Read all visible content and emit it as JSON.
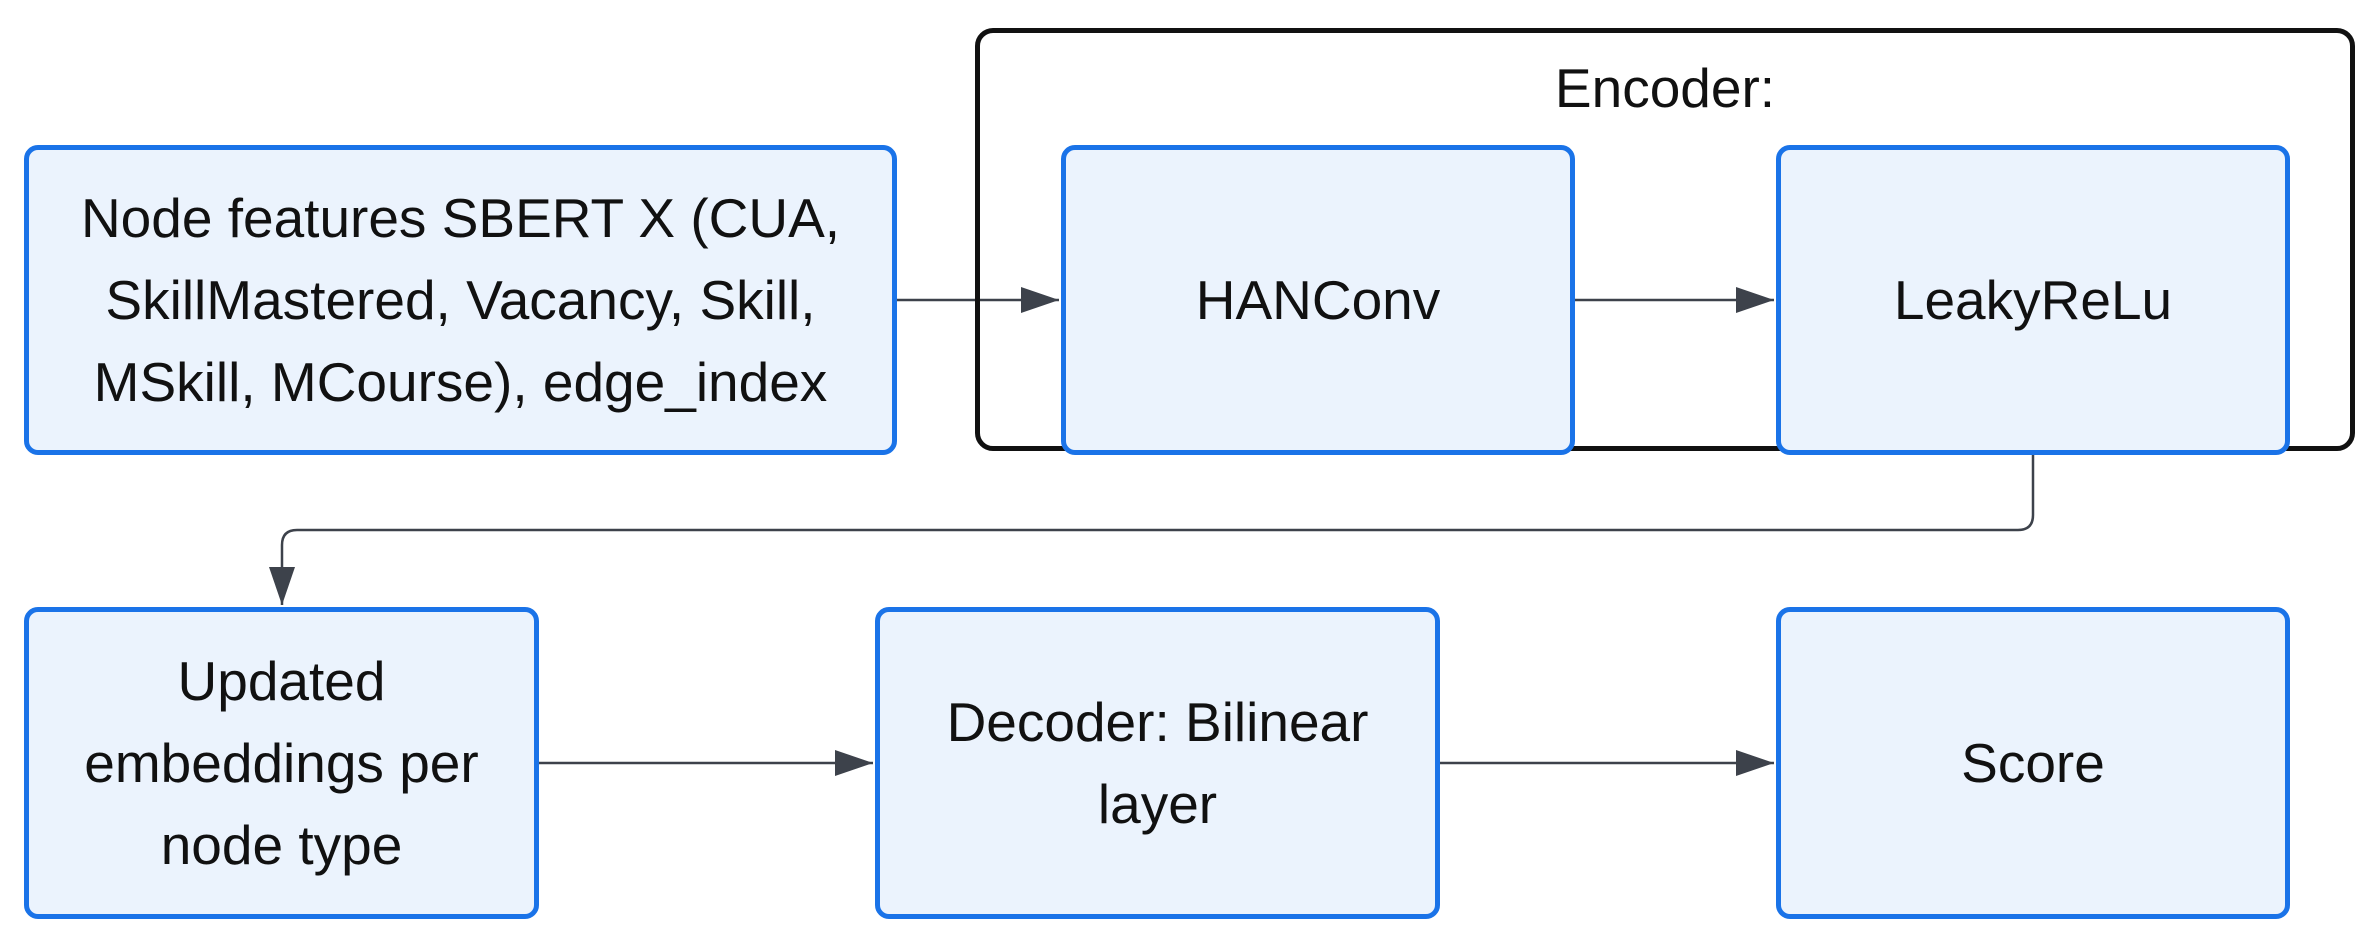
{
  "colors": {
    "node_fill": "#ebf3fd",
    "node_border": "#1a73e8",
    "group_border": "#111111",
    "edge": "#3d424b"
  },
  "encoder_group": {
    "label": "Encoder:"
  },
  "nodes": {
    "features": {
      "label": "Node features  SBERT X (CUA, SkillMastered, Vacancy, Skill, MSkill, MCourse), edge_index"
    },
    "hanconv": {
      "label": "HANConv"
    },
    "leakyrelu": {
      "label": "LeakyReLu"
    },
    "updated": {
      "label": "Updated embeddings per node type"
    },
    "decoder": {
      "label": "Decoder: Bilinear layer"
    },
    "score": {
      "label": "Score"
    }
  },
  "edges": [
    {
      "from": "features",
      "to": "hanconv"
    },
    {
      "from": "hanconv",
      "to": "leakyrelu"
    },
    {
      "from": "leakyrelu",
      "to": "updated"
    },
    {
      "from": "updated",
      "to": "decoder"
    },
    {
      "from": "decoder",
      "to": "score"
    }
  ]
}
